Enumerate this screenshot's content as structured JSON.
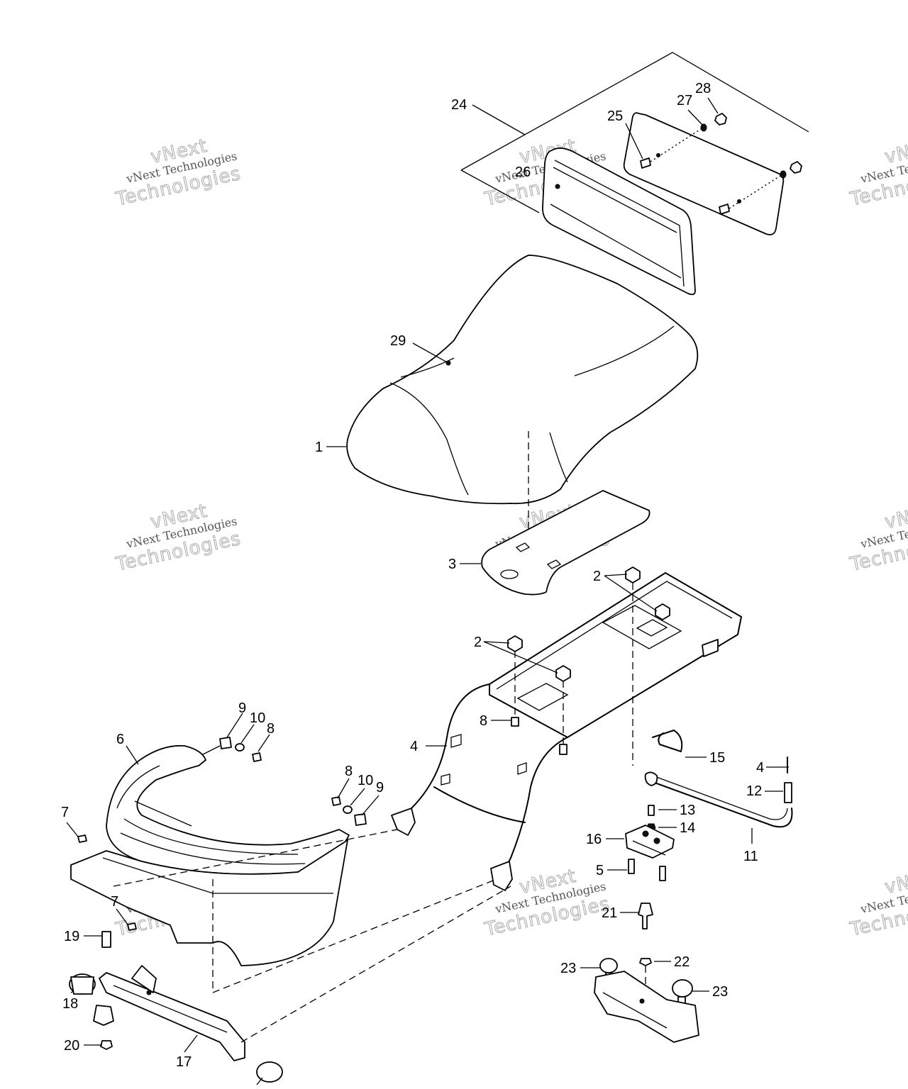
{
  "watermark": {
    "line1": "vNext",
    "line2": "vNext Technologies",
    "line3": "Technologies"
  },
  "callouts": [
    {
      "id": "c24",
      "text": "24"
    },
    {
      "id": "c25",
      "text": "25"
    },
    {
      "id": "c26",
      "text": "26"
    },
    {
      "id": "c27",
      "text": "27"
    },
    {
      "id": "c28",
      "text": "28"
    },
    {
      "id": "c29",
      "text": "29"
    },
    {
      "id": "c1",
      "text": "1"
    },
    {
      "id": "c3",
      "text": "3"
    },
    {
      "id": "c2a",
      "text": "2"
    },
    {
      "id": "c2b",
      "text": "2"
    },
    {
      "id": "c8a",
      "text": "8"
    },
    {
      "id": "c4a",
      "text": "4"
    },
    {
      "id": "c15",
      "text": "15"
    },
    {
      "id": "c4b",
      "text": "4"
    },
    {
      "id": "c12",
      "text": "12"
    },
    {
      "id": "c13",
      "text": "13"
    },
    {
      "id": "c14",
      "text": "14"
    },
    {
      "id": "c11",
      "text": "11"
    },
    {
      "id": "c16",
      "text": "16"
    },
    {
      "id": "c5",
      "text": "5"
    },
    {
      "id": "c9a",
      "text": "9"
    },
    {
      "id": "c10a",
      "text": "10"
    },
    {
      "id": "c8b",
      "text": "8"
    },
    {
      "id": "c6",
      "text": "6"
    },
    {
      "id": "c8c",
      "text": "8"
    },
    {
      "id": "c10b",
      "text": "10"
    },
    {
      "id": "c9b",
      "text": "9"
    },
    {
      "id": "c7a",
      "text": "7"
    },
    {
      "id": "c7b",
      "text": "7"
    },
    {
      "id": "c19",
      "text": "19"
    },
    {
      "id": "c18",
      "text": "18"
    },
    {
      "id": "c20",
      "text": "20"
    },
    {
      "id": "c17",
      "text": "17"
    },
    {
      "id": "c21",
      "text": "21"
    },
    {
      "id": "c22",
      "text": "22"
    },
    {
      "id": "c23a",
      "text": "23"
    },
    {
      "id": "c23b",
      "text": "23"
    }
  ]
}
